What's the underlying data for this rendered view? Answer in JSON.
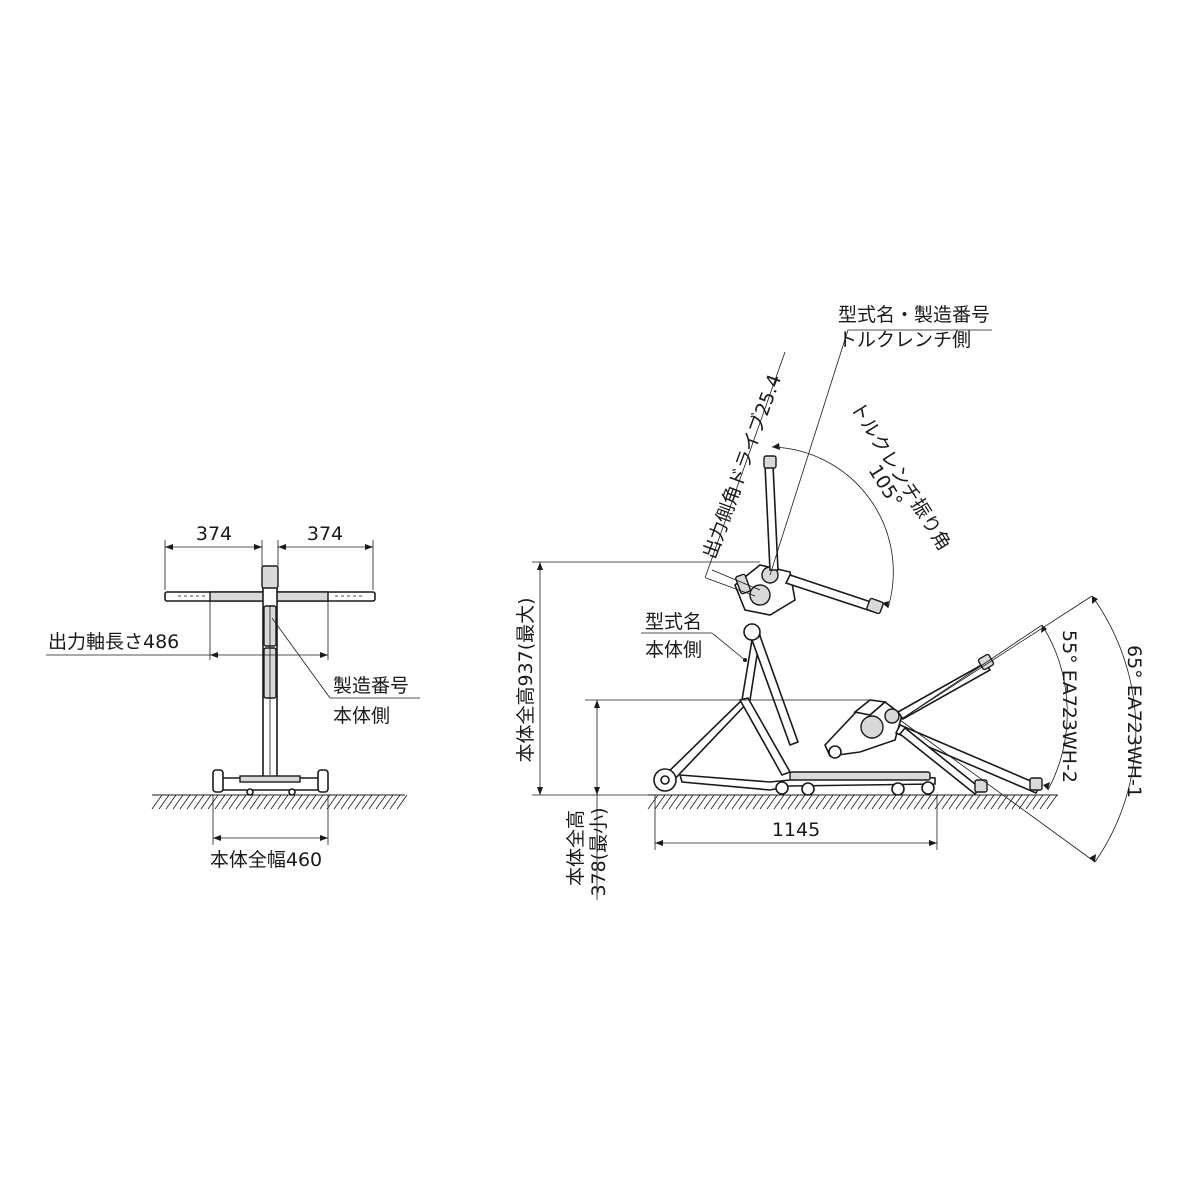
{
  "front_view": {
    "arm_left": "374",
    "arm_right": "374",
    "shaft_length": "出力軸長さ486",
    "serial_label_l1": "製造番号",
    "serial_label_l2": "本体側",
    "body_width": "本体全幅460"
  },
  "side_view": {
    "model_serial_l1": "型式名・製造番号",
    "model_serial_l2": "トルクレンチ側",
    "drive": "出力側角ドライブ25.4",
    "swing_label": "トルクレンチ振り角",
    "swing_angle": "105°",
    "model_label_l1": "型式名",
    "model_label_l2": "本体側",
    "height_max": "本体全高937(最大)",
    "height_min_l1": "本体全高",
    "height_min_l2": "378(最小)",
    "length": "1145",
    "angle_wh2": "55° EA723WH-2",
    "angle_wh1": "65° EA723WH-1"
  }
}
